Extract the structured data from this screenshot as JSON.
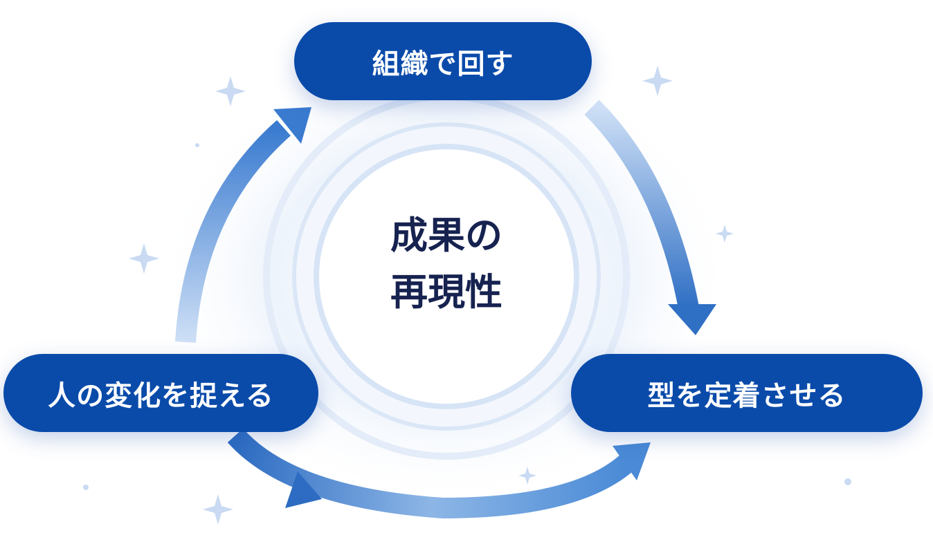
{
  "diagram": {
    "center_lines": [
      "成果の",
      "再現性"
    ],
    "nodes": {
      "top": "組織で回す",
      "right": "型を定着させる",
      "left": "人の変化を捉える"
    },
    "colors": {
      "pill": "#0a4baa",
      "center_text": "#16224f",
      "arrow": "#3f7fd0"
    }
  }
}
